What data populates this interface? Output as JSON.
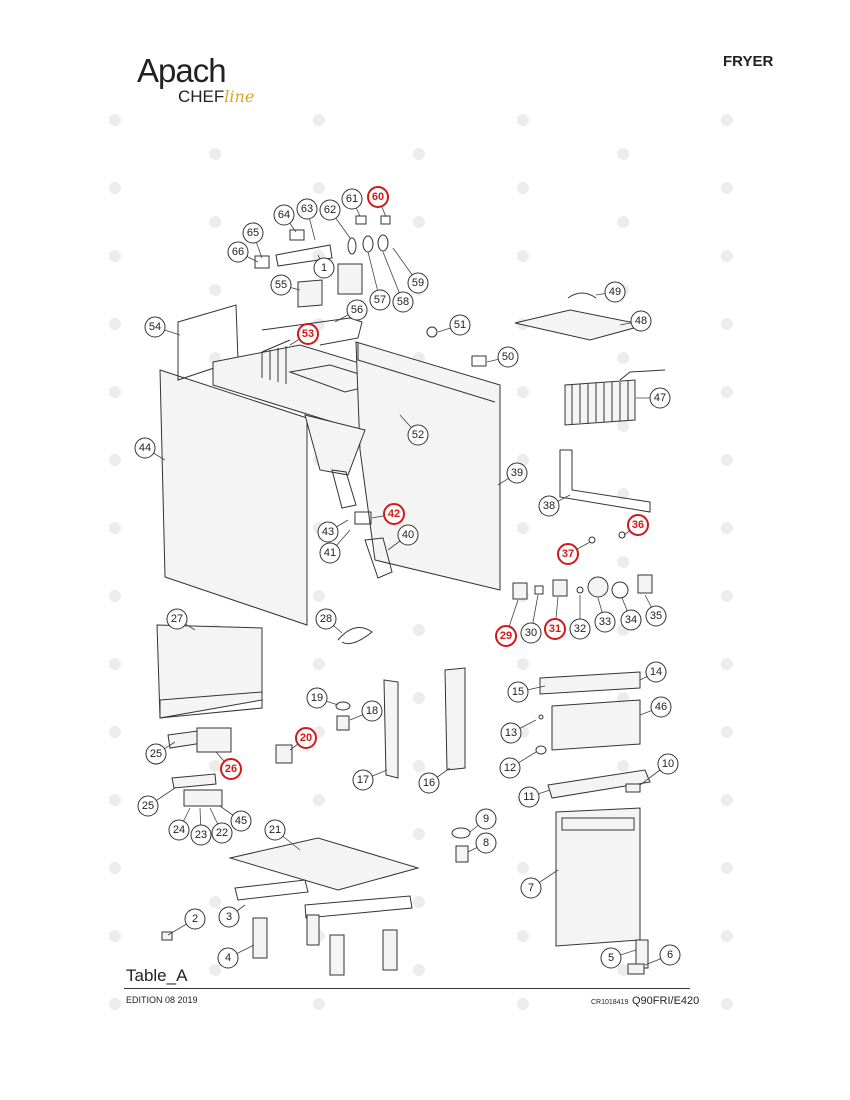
{
  "header": {
    "brand": "Apach",
    "sub_brand": "CHEF",
    "sub_brand_script": "line",
    "title": "FRYER"
  },
  "footer": {
    "table_label": "Table_A",
    "edition": "EDITION 08 2019",
    "code_small": "CR1018419",
    "model": "Q90FRI/E420"
  },
  "colors": {
    "highlight": "#d01a1a",
    "accent": "#d9a520",
    "line": "#333333"
  },
  "callouts": [
    {
      "n": "1",
      "hl": false
    },
    {
      "n": "2",
      "hl": false
    },
    {
      "n": "3",
      "hl": false
    },
    {
      "n": "4",
      "hl": false
    },
    {
      "n": "5",
      "hl": false
    },
    {
      "n": "6",
      "hl": false
    },
    {
      "n": "7",
      "hl": false
    },
    {
      "n": "8",
      "hl": false
    },
    {
      "n": "9",
      "hl": false
    },
    {
      "n": "10",
      "hl": false
    },
    {
      "n": "11",
      "hl": false
    },
    {
      "n": "12",
      "hl": false
    },
    {
      "n": "13",
      "hl": false
    },
    {
      "n": "14",
      "hl": false
    },
    {
      "n": "15",
      "hl": false
    },
    {
      "n": "16",
      "hl": false
    },
    {
      "n": "17",
      "hl": false
    },
    {
      "n": "18",
      "hl": false
    },
    {
      "n": "19",
      "hl": false
    },
    {
      "n": "20",
      "hl": true
    },
    {
      "n": "21",
      "hl": false
    },
    {
      "n": "22",
      "hl": false
    },
    {
      "n": "23",
      "hl": false
    },
    {
      "n": "24",
      "hl": false
    },
    {
      "n": "25",
      "hl": false
    },
    {
      "n": "25",
      "hl": false
    },
    {
      "n": "26",
      "hl": true
    },
    {
      "n": "27",
      "hl": false
    },
    {
      "n": "28",
      "hl": false
    },
    {
      "n": "29",
      "hl": true
    },
    {
      "n": "30",
      "hl": false
    },
    {
      "n": "31",
      "hl": true
    },
    {
      "n": "32",
      "hl": false
    },
    {
      "n": "33",
      "hl": false
    },
    {
      "n": "34",
      "hl": false
    },
    {
      "n": "35",
      "hl": false
    },
    {
      "n": "36",
      "hl": true
    },
    {
      "n": "37",
      "hl": true
    },
    {
      "n": "38",
      "hl": false
    },
    {
      "n": "39",
      "hl": false
    },
    {
      "n": "40",
      "hl": false
    },
    {
      "n": "41",
      "hl": false
    },
    {
      "n": "42",
      "hl": true
    },
    {
      "n": "43",
      "hl": false
    },
    {
      "n": "44",
      "hl": false
    },
    {
      "n": "45",
      "hl": false
    },
    {
      "n": "46",
      "hl": false
    },
    {
      "n": "47",
      "hl": false
    },
    {
      "n": "48",
      "hl": false
    },
    {
      "n": "49",
      "hl": false
    },
    {
      "n": "50",
      "hl": false
    },
    {
      "n": "51",
      "hl": false
    },
    {
      "n": "52",
      "hl": false
    },
    {
      "n": "53",
      "hl": true
    },
    {
      "n": "54",
      "hl": false
    },
    {
      "n": "55",
      "hl": false
    },
    {
      "n": "56",
      "hl": false
    },
    {
      "n": "57",
      "hl": false
    },
    {
      "n": "58",
      "hl": false
    },
    {
      "n": "59",
      "hl": false
    },
    {
      "n": "60",
      "hl": true
    },
    {
      "n": "61",
      "hl": false
    },
    {
      "n": "62",
      "hl": false
    },
    {
      "n": "63",
      "hl": false
    },
    {
      "n": "64",
      "hl": false
    },
    {
      "n": "65",
      "hl": false
    },
    {
      "n": "66",
      "hl": false
    }
  ]
}
